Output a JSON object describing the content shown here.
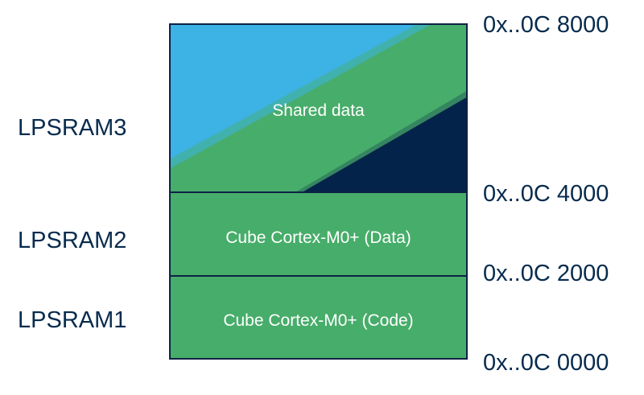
{
  "regions": [
    {
      "name": "LPSRAM3",
      "content": "Shared data"
    },
    {
      "name": "LPSRAM2",
      "content": "Cube Cortex-M0+ (Data)"
    },
    {
      "name": "LPSRAM1",
      "content": "Cube Cortex-M0+ (Code)"
    }
  ],
  "addresses": {
    "top": "0x..0C 8000",
    "lpsram3_start": "0x..0C 4000",
    "lpsram2_start": "0x..0C 2000",
    "base": "0x..0C 0000"
  },
  "colors": {
    "green": "#47ad6a",
    "blue": "#3db2e4",
    "navy": "#04234a",
    "text_dark": "#072b4e",
    "border": "#0d2246"
  }
}
